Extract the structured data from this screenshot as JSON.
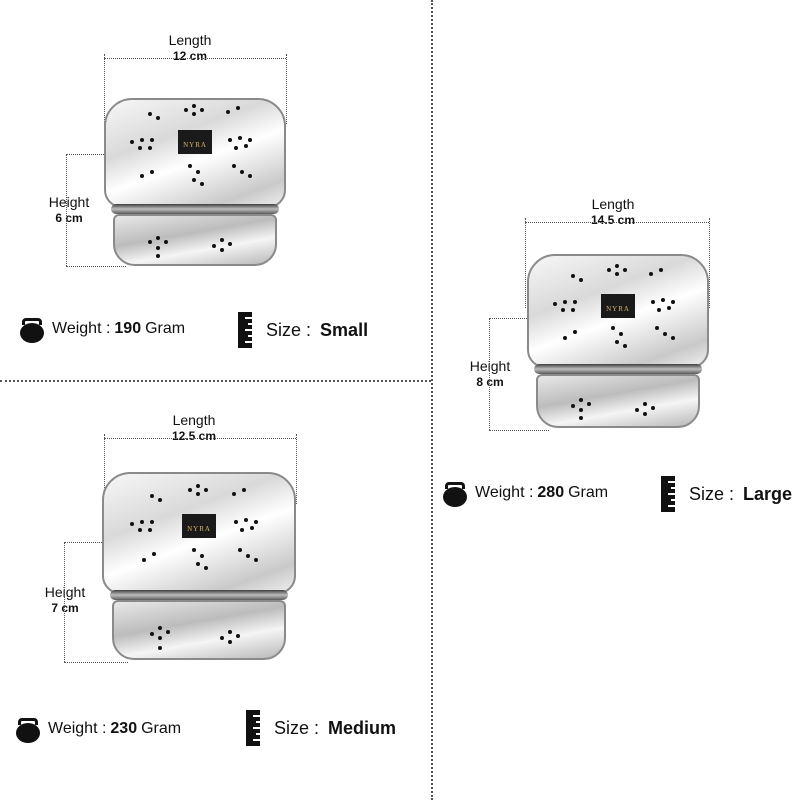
{
  "panels": {
    "small": {
      "length_label": "Length",
      "length_value": "12 cm",
      "height_label": "Height",
      "height_value": "6 cm",
      "weight_prefix": "Weight :",
      "weight_value": "190",
      "weight_unit": "Gram",
      "size_prefix": "Size :",
      "size_value": "Small"
    },
    "medium": {
      "length_label": "Length",
      "length_value": "12.5 cm",
      "height_label": "Height",
      "height_value": "7 cm",
      "weight_prefix": "Weight :",
      "weight_value": "230",
      "weight_unit": "Gram",
      "size_prefix": "Size :",
      "size_value": "Medium"
    },
    "large": {
      "length_label": "Length",
      "length_value": "14.5 cm",
      "height_label": "Height",
      "height_value": "8 cm",
      "weight_prefix": "Weight :",
      "weight_value": "280",
      "weight_unit": "Gram",
      "size_prefix": "Size :",
      "size_value": "Large"
    }
  },
  "logo_text": "NYRA",
  "icons": {
    "weight": "kettlebell-icon",
    "size": "ruler-icon"
  },
  "colors": {
    "logo_bg": "#1a1a1a",
    "logo_fg": "#d6b46a",
    "divider": "#555555"
  }
}
